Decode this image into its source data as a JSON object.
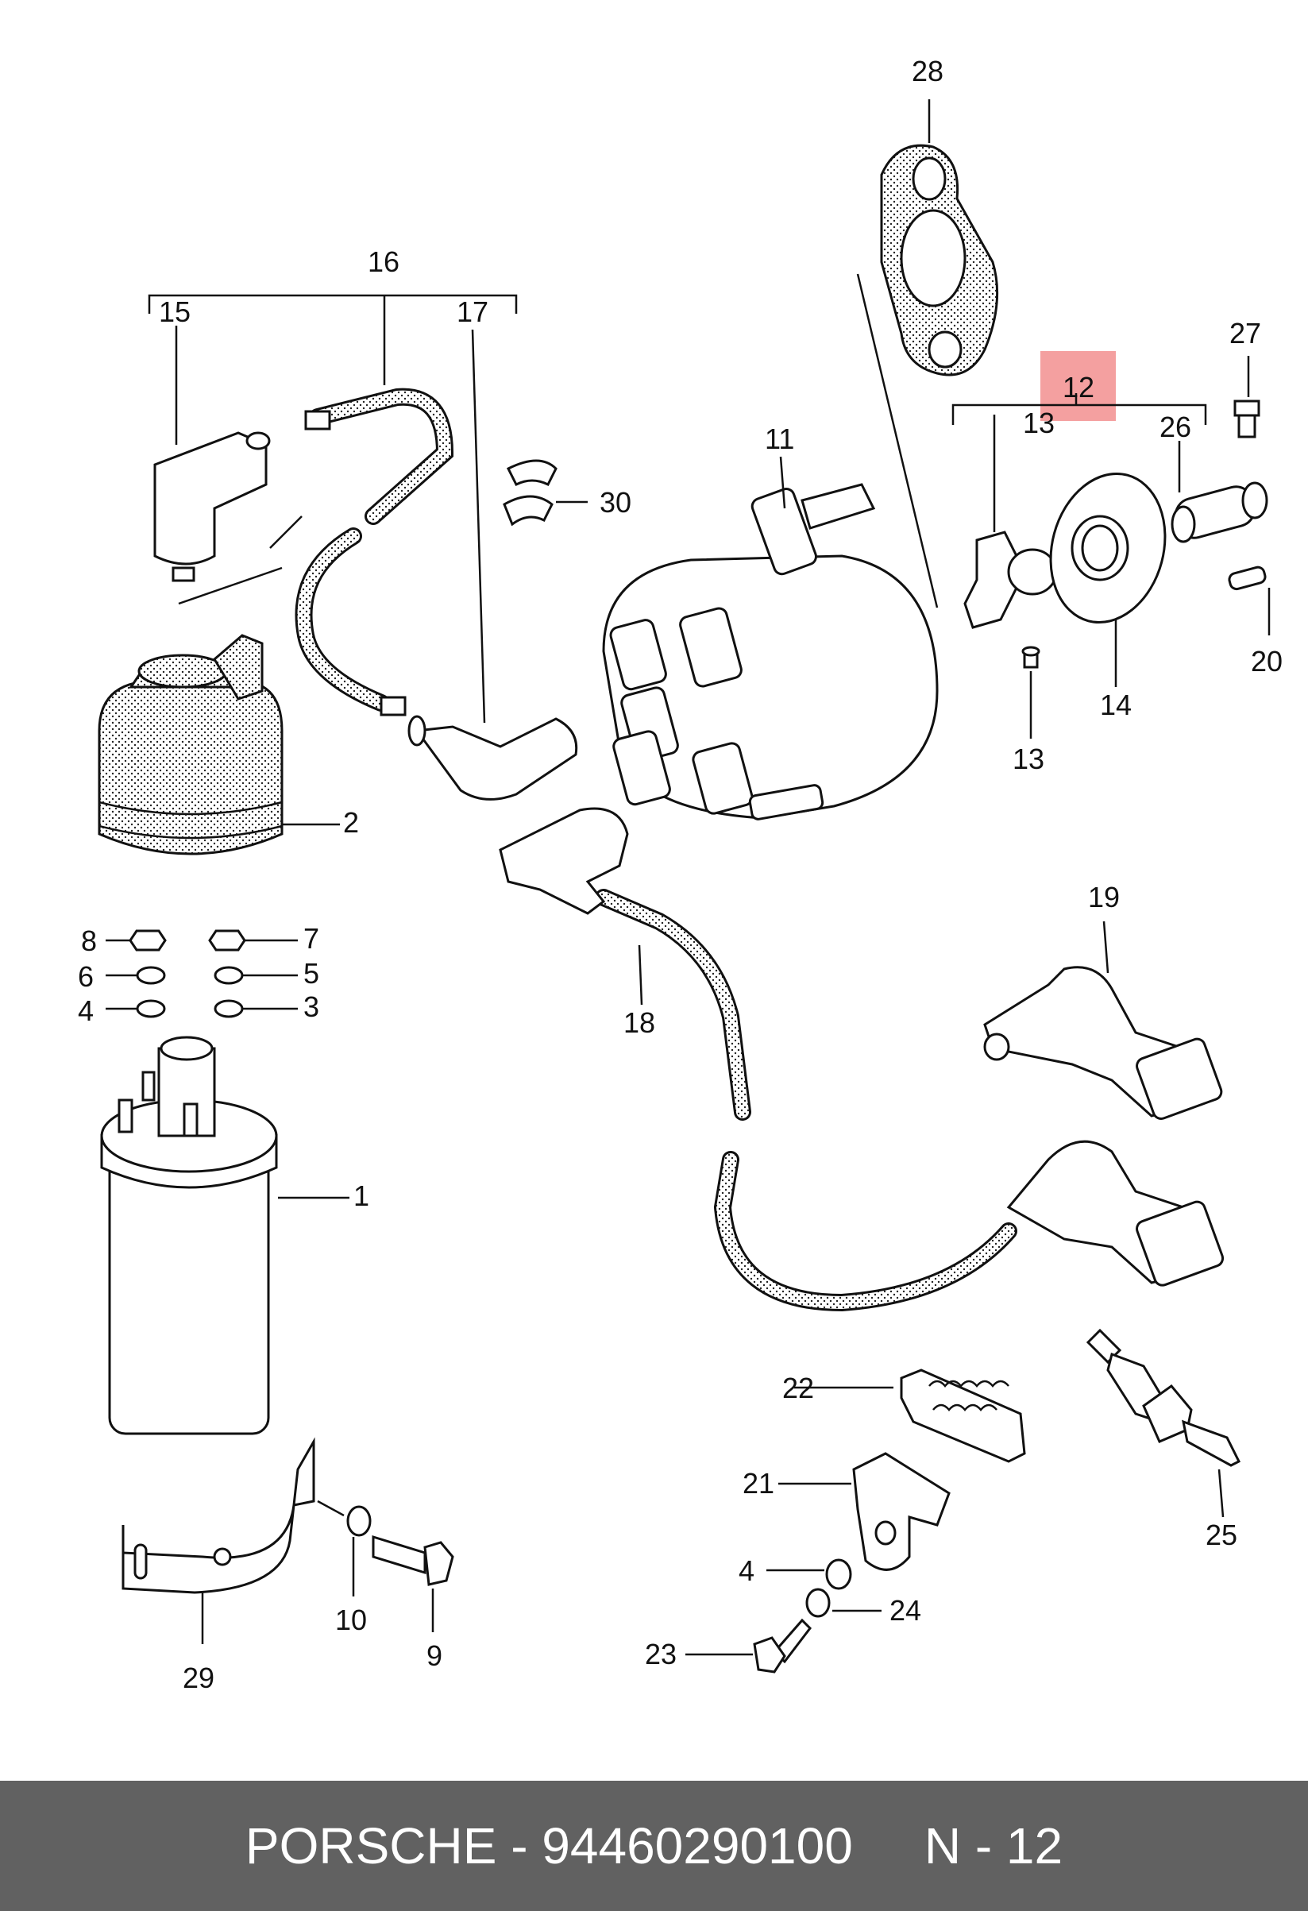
{
  "diagram": {
    "callouts": [
      "1",
      "2",
      "3",
      "4",
      "5",
      "6",
      "7",
      "8",
      "9",
      "10",
      "11",
      "12",
      "13",
      "13",
      "14",
      "15",
      "16",
      "17",
      "18",
      "19",
      "20",
      "21",
      "22",
      "23",
      "24",
      "25",
      "26",
      "27",
      "28",
      "29",
      "30",
      "4"
    ],
    "highlight": {
      "label": "12",
      "color": "#f08080"
    }
  },
  "footer": {
    "brand_part": "PORSCHE - 94460290100",
    "ref": "N - 12",
    "background": "#616161"
  }
}
